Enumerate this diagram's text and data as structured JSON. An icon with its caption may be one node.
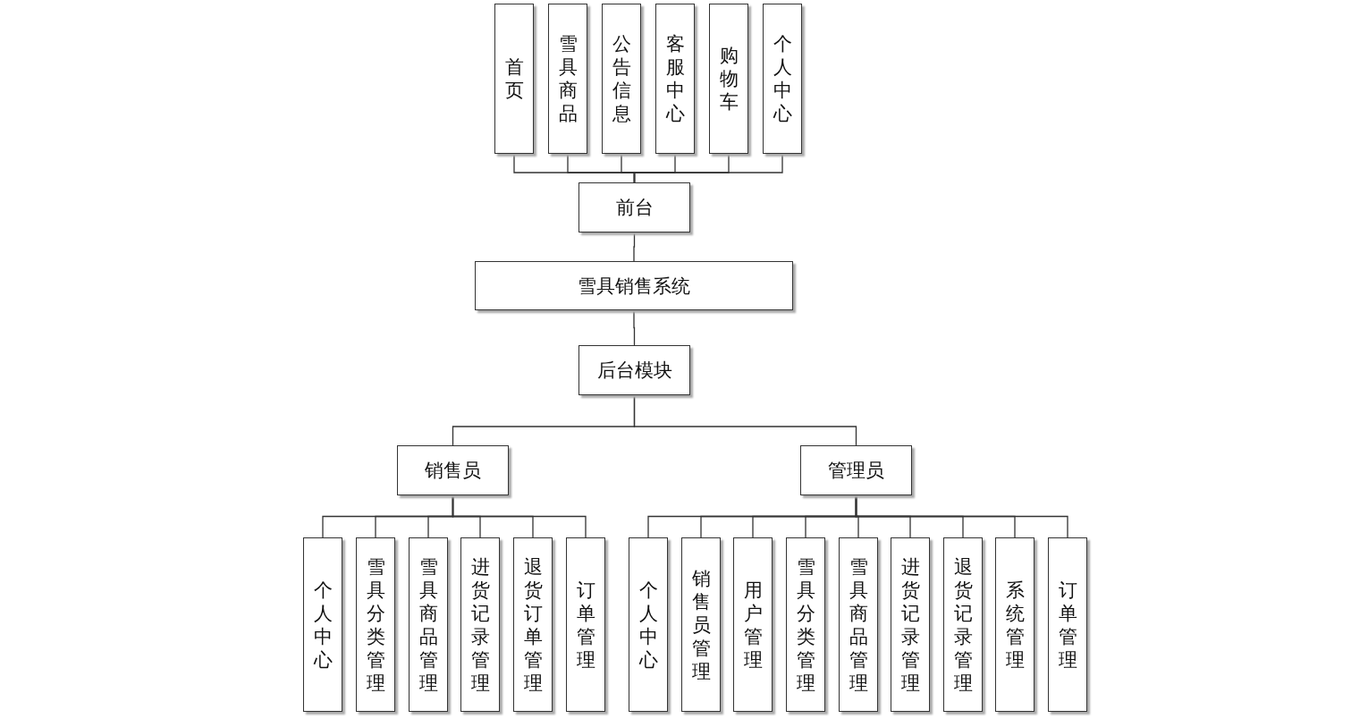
{
  "diagram": {
    "nodes": [
      {
        "text": [
          "首页"
        ]
      },
      {
        "text": [
          "雪具商品"
        ]
      },
      {
        "text": [
          "公告信息"
        ]
      },
      {
        "text": [
          "客服中心"
        ]
      },
      {
        "text": [
          "购物车"
        ]
      },
      {
        "text": [
          "个人中心"
        ]
      },
      {
        "text": [
          "前台"
        ]
      },
      {
        "text": [
          "雪具销售系统"
        ]
      },
      {
        "text": [
          "后台模块"
        ]
      },
      {
        "text": [
          "销售员"
        ]
      },
      {
        "text": [
          "管理员"
        ]
      },
      {
        "text": [
          "个人中心"
        ]
      },
      {
        "text": [
          "雪具分类管理"
        ]
      },
      {
        "text": [
          "雪具商品管理"
        ]
      },
      {
        "text": [
          "进货记录管理"
        ]
      },
      {
        "text": [
          "退货订单管理"
        ]
      },
      {
        "text": [
          "订单管理"
        ]
      },
      {
        "text": [
          "个人中心"
        ]
      },
      {
        "text": [
          "销售员管理"
        ]
      },
      {
        "text": [
          "用户管理"
        ]
      },
      {
        "text": [
          "雪具分类管理"
        ]
      },
      {
        "text": [
          "雪具商品管理"
        ]
      },
      {
        "text": [
          "进货记录管理"
        ]
      },
      {
        "text": [
          "退货记录管理"
        ]
      },
      {
        "text": [
          "系统管理"
        ]
      },
      {
        "text": [
          "订单管理"
        ]
      }
    ],
    "edges": [
      {
        "from": 6,
        "to": 0,
        "arrow": "none"
      },
      {
        "from": 6,
        "to": 1,
        "arrow": "none"
      },
      {
        "from": 6,
        "to": 2,
        "arrow": "none"
      },
      {
        "from": 6,
        "to": 3,
        "arrow": "none"
      },
      {
        "from": 6,
        "to": 4,
        "arrow": "none"
      },
      {
        "from": 6,
        "to": 5,
        "arrow": "none"
      },
      {
        "from": 7,
        "to": 6,
        "arrow": "none"
      },
      {
        "from": 7,
        "to": 8,
        "arrow": "none"
      },
      {
        "from": 8,
        "to": 9,
        "arrow": "none"
      },
      {
        "from": 8,
        "to": 10,
        "arrow": "none"
      },
      {
        "from": 9,
        "to": 11,
        "arrow": "none"
      },
      {
        "from": 9,
        "to": 12,
        "arrow": "none"
      },
      {
        "from": 9,
        "to": 13,
        "arrow": "none"
      },
      {
        "from": 9,
        "to": 14,
        "arrow": "none"
      },
      {
        "from": 9,
        "to": 15,
        "arrow": "none"
      },
      {
        "from": 9,
        "to": 16,
        "arrow": "none"
      },
      {
        "from": 10,
        "to": 17,
        "arrow": "none"
      },
      {
        "from": 10,
        "to": 18,
        "arrow": "none"
      },
      {
        "from": 10,
        "to": 19,
        "arrow": "none"
      },
      {
        "from": 10,
        "to": 20,
        "arrow": "none"
      },
      {
        "from": 10,
        "to": 21,
        "arrow": "none"
      },
      {
        "from": 10,
        "to": 22,
        "arrow": "none"
      },
      {
        "from": 10,
        "to": 23,
        "arrow": "none"
      },
      {
        "from": 10,
        "to": 24,
        "arrow": "none"
      },
      {
        "from": 10,
        "to": 25,
        "arrow": "none"
      }
    ]
  }
}
